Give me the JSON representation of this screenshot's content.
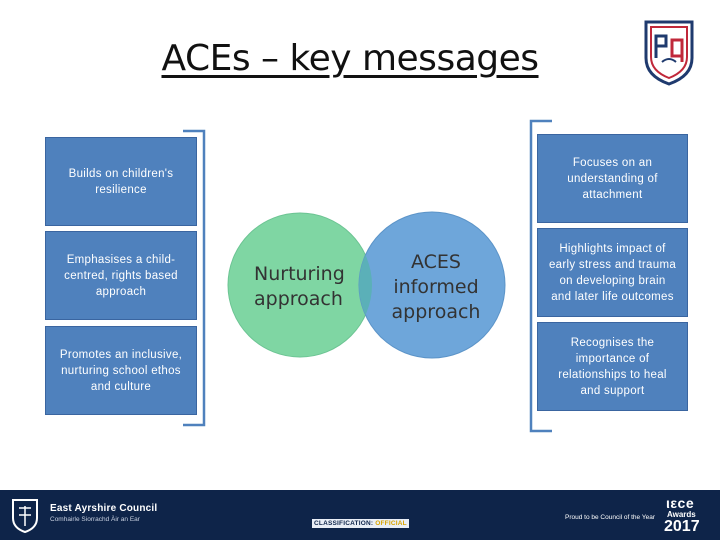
{
  "slide": {
    "title": "ACEs – key messages"
  },
  "left_boxes": [
    {
      "text": "Builds on children's resilience"
    },
    {
      "text": "Emphasises a child-centred, rights based approach"
    },
    {
      "text": "Promotes an inclusive, nurturing school ethos and culture"
    }
  ],
  "right_boxes": [
    {
      "text": "Focuses on an understanding of attachment"
    },
    {
      "text": "Highlights impact of early stress and trauma on developing brain and later life outcomes"
    },
    {
      "text": "Recognises the importance of relationships to heal and support"
    }
  ],
  "venn": {
    "left_label_line1": "Nurturing",
    "left_label_line2": "approach",
    "right_label_line1": "ACES",
    "right_label_line2": "informed",
    "right_label_line3": "approach",
    "colors": {
      "left_circle": "#7fd6a3",
      "right_circle": "#6ea6da",
      "overlap": "#5bb0b8"
    }
  },
  "footer": {
    "council_name": "East Ayrshire Council",
    "council_tagline": "Comhairle Siorrachd Àir an Ear",
    "classification_prefix": "CLASSIFICATION:",
    "classification_level": "OFFICIAL",
    "award_label": "Proud to be Council of the Year",
    "award_logo": "ιεсе",
    "award_word": "Awards",
    "award_year": "2017"
  },
  "colors": {
    "box_fill": "#4f81bd",
    "footer_bg": "#0e2449",
    "logo_red": "#c0283a",
    "logo_navy": "#1f3a6e"
  }
}
